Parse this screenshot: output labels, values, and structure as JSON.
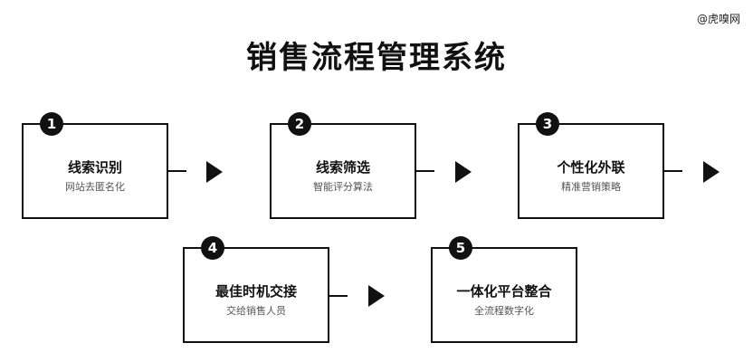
{
  "watermark": "@虎嗅网",
  "title": "销售流程管理系统",
  "steps": [
    {
      "number": "1",
      "title": "线索识别",
      "subtitle": "网站去匿名化"
    },
    {
      "number": "2",
      "title": "线索筛选",
      "subtitle": "智能评分算法"
    },
    {
      "number": "3",
      "title": "个性化外联",
      "subtitle": "精准营销策略"
    },
    {
      "number": "4",
      "title": "最佳时机交接",
      "subtitle": "交给销售人员"
    },
    {
      "number": "5",
      "title": "一体化平台整合",
      "subtitle": "全流程数字化"
    }
  ],
  "colors": {
    "stroke": "#111111",
    "background": "#ffffff",
    "subtitle": "#555555"
  }
}
